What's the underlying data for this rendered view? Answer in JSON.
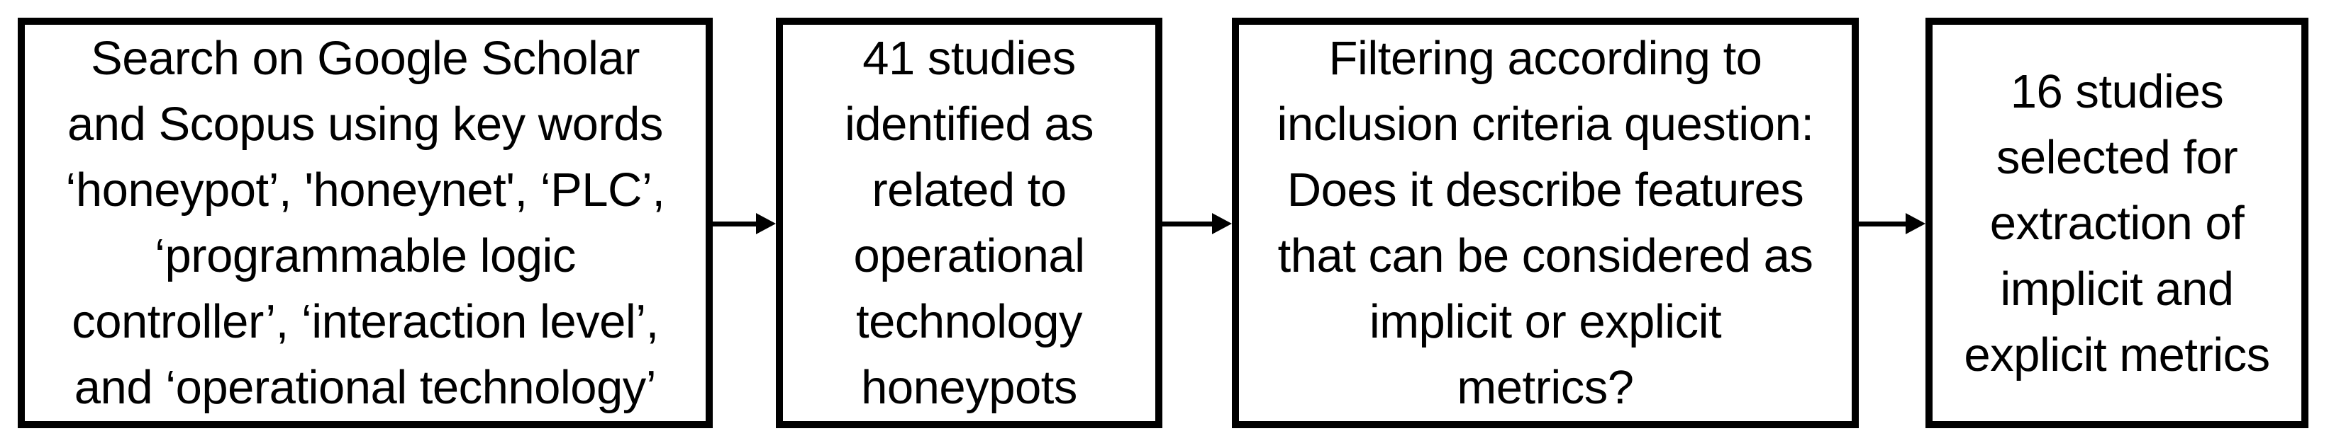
{
  "diagram": {
    "type": "flowchart",
    "orientation": "horizontal",
    "colors": {
      "background": "#ffffff",
      "box_border": "#000000",
      "text": "#000000",
      "arrow": "#000000"
    },
    "steps": [
      {
        "id": "search",
        "lines": [
          "Search on Google Scholar",
          "and Scopus using key words",
          "‘honeypot’, 'honeynet', ‘PLC’,",
          "‘programmable logic",
          "controller’, ‘interaction level’,",
          "and ‘operational technology’"
        ]
      },
      {
        "id": "identified",
        "lines": [
          "41 studies",
          "identified as",
          "related to",
          "operational",
          "technology",
          "honeypots"
        ]
      },
      {
        "id": "filtering",
        "lines": [
          "Filtering according to",
          "inclusion criteria question:",
          "Does it describe features",
          "that can be considered as",
          "implicit or explicit",
          "metrics?"
        ]
      },
      {
        "id": "selected",
        "lines": [
          "16 studies",
          "selected for",
          "extraction of",
          "implicit and",
          "explicit metrics"
        ]
      }
    ],
    "arrows": [
      {
        "from": "search",
        "to": "identified",
        "direction": "right"
      },
      {
        "from": "identified",
        "to": "filtering",
        "direction": "right"
      },
      {
        "from": "filtering",
        "to": "selected",
        "direction": "right"
      }
    ]
  }
}
